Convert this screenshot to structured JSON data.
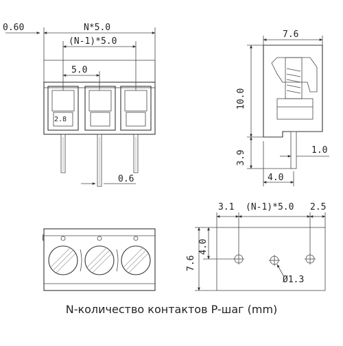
{
  "front_view": {
    "dim_overhang": "0.60",
    "dim_total_width": "N*5.0",
    "dim_inner_span": "(N-1)*5.0",
    "dim_pitch": "5.0",
    "dim_pin": "0.6",
    "label_small": "2.8"
  },
  "side_view": {
    "dim_width": "7.6",
    "dim_height": "10.0",
    "dim_pin_length": "3.9",
    "dim_pin_offset": "1.0",
    "dim_base": "4.0"
  },
  "footprint": {
    "dim_edge_left": "3.1",
    "dim_span": "(N-1)*5.0",
    "dim_edge_right": "2.5",
    "dim_row": "4.0",
    "dim_depth": "7.6",
    "dim_hole": "Ø1.3"
  },
  "caption": "N-количество контактов  P-шаг (mm)"
}
